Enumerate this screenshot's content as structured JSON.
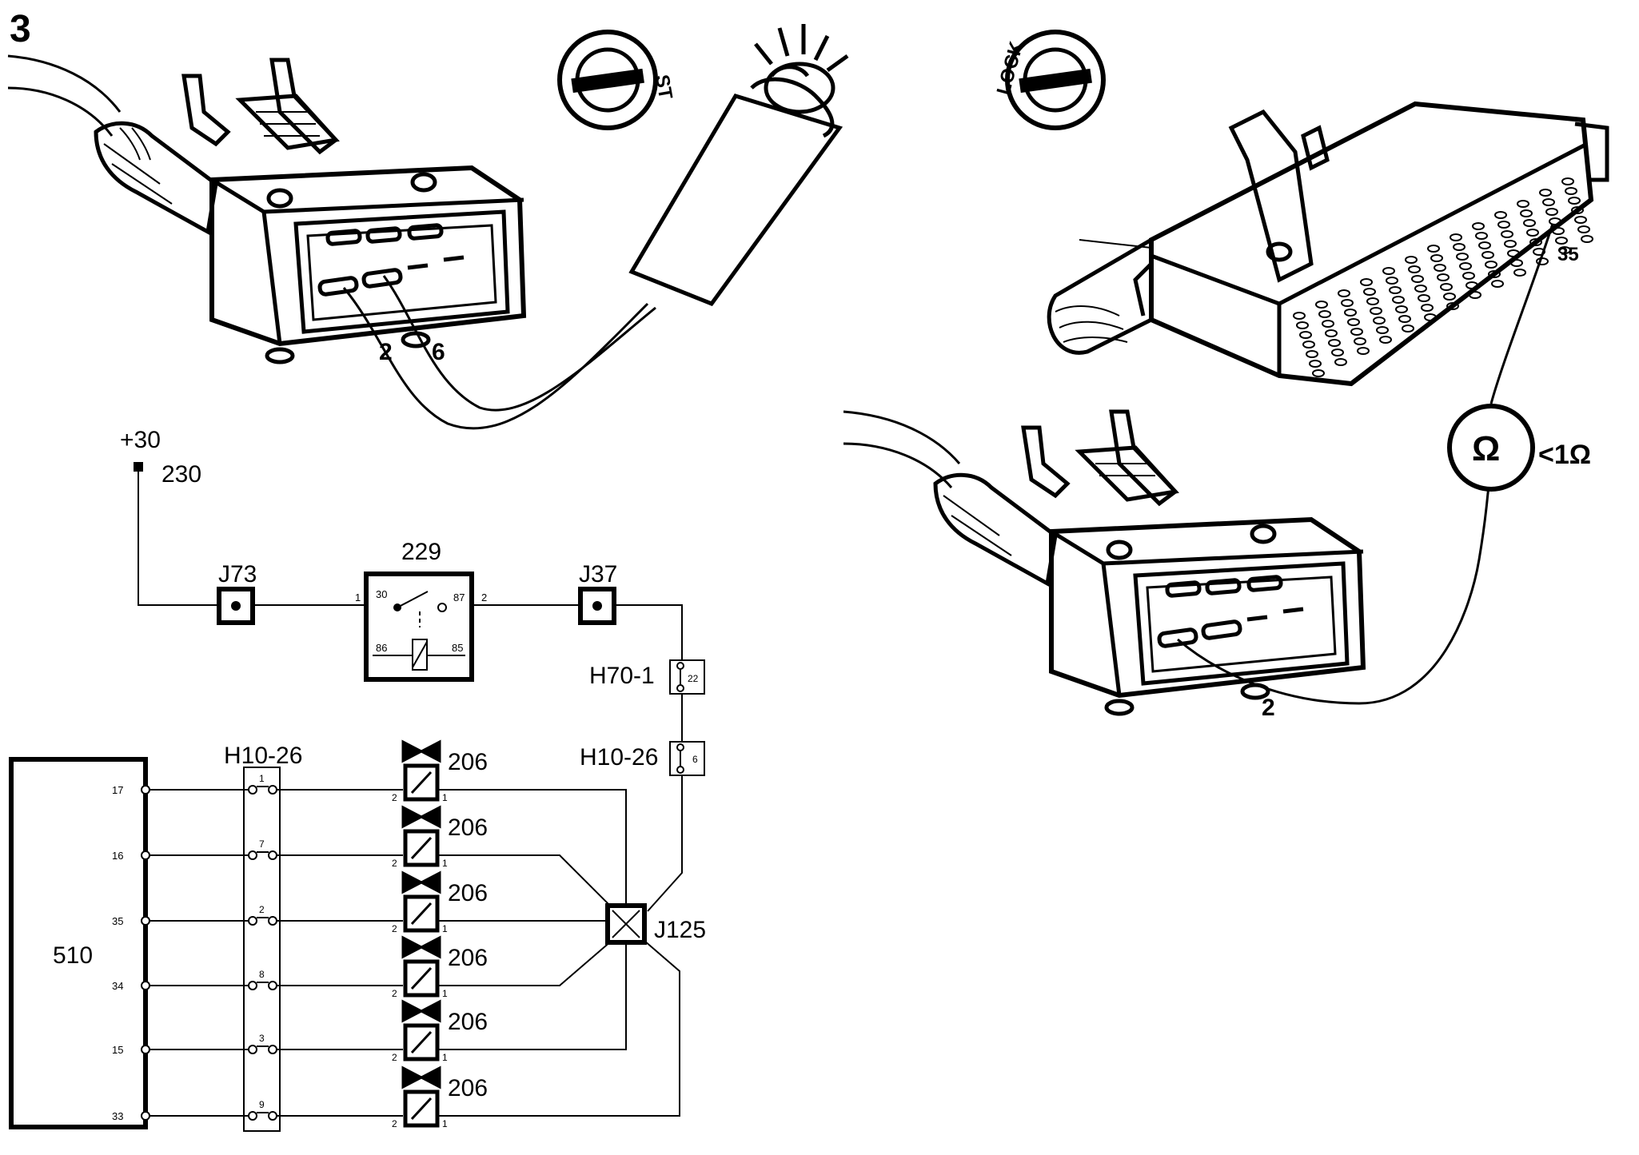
{
  "figure_number": "3",
  "top_left": {
    "key_label": "ST",
    "pin_labels": [
      "2",
      "6"
    ]
  },
  "top_right": {
    "key_label": "LOCK",
    "ecu_pin": "35",
    "connector_pin": "2",
    "ohm_symbol": "Ω",
    "ohm_reading": "<1Ω"
  },
  "schematic": {
    "supply": "+30",
    "supply_ref": "230",
    "ground_j73": "J73",
    "relay": {
      "ref": "229",
      "pin_30": "30",
      "pin_87": "87",
      "pin_86": "86",
      "pin_85": "85",
      "in_pin": "1",
      "out_pin": "2"
    },
    "ground_j37": "J37",
    "h70": {
      "ref": "H70-1",
      "pin": "22"
    },
    "h10_right": {
      "ref": "H10-26",
      "pin": "6"
    },
    "h10_left": {
      "ref": "H10-26",
      "pins": [
        "1",
        "7",
        "2",
        "8",
        "3",
        "9"
      ]
    },
    "ecu": {
      "ref": "510",
      "pins": [
        "17",
        "16",
        "35",
        "34",
        "15",
        "33"
      ]
    },
    "injector_ref": "206",
    "injector_pin_left": "2",
    "injector_pin_right": "1",
    "junction": "J125"
  }
}
